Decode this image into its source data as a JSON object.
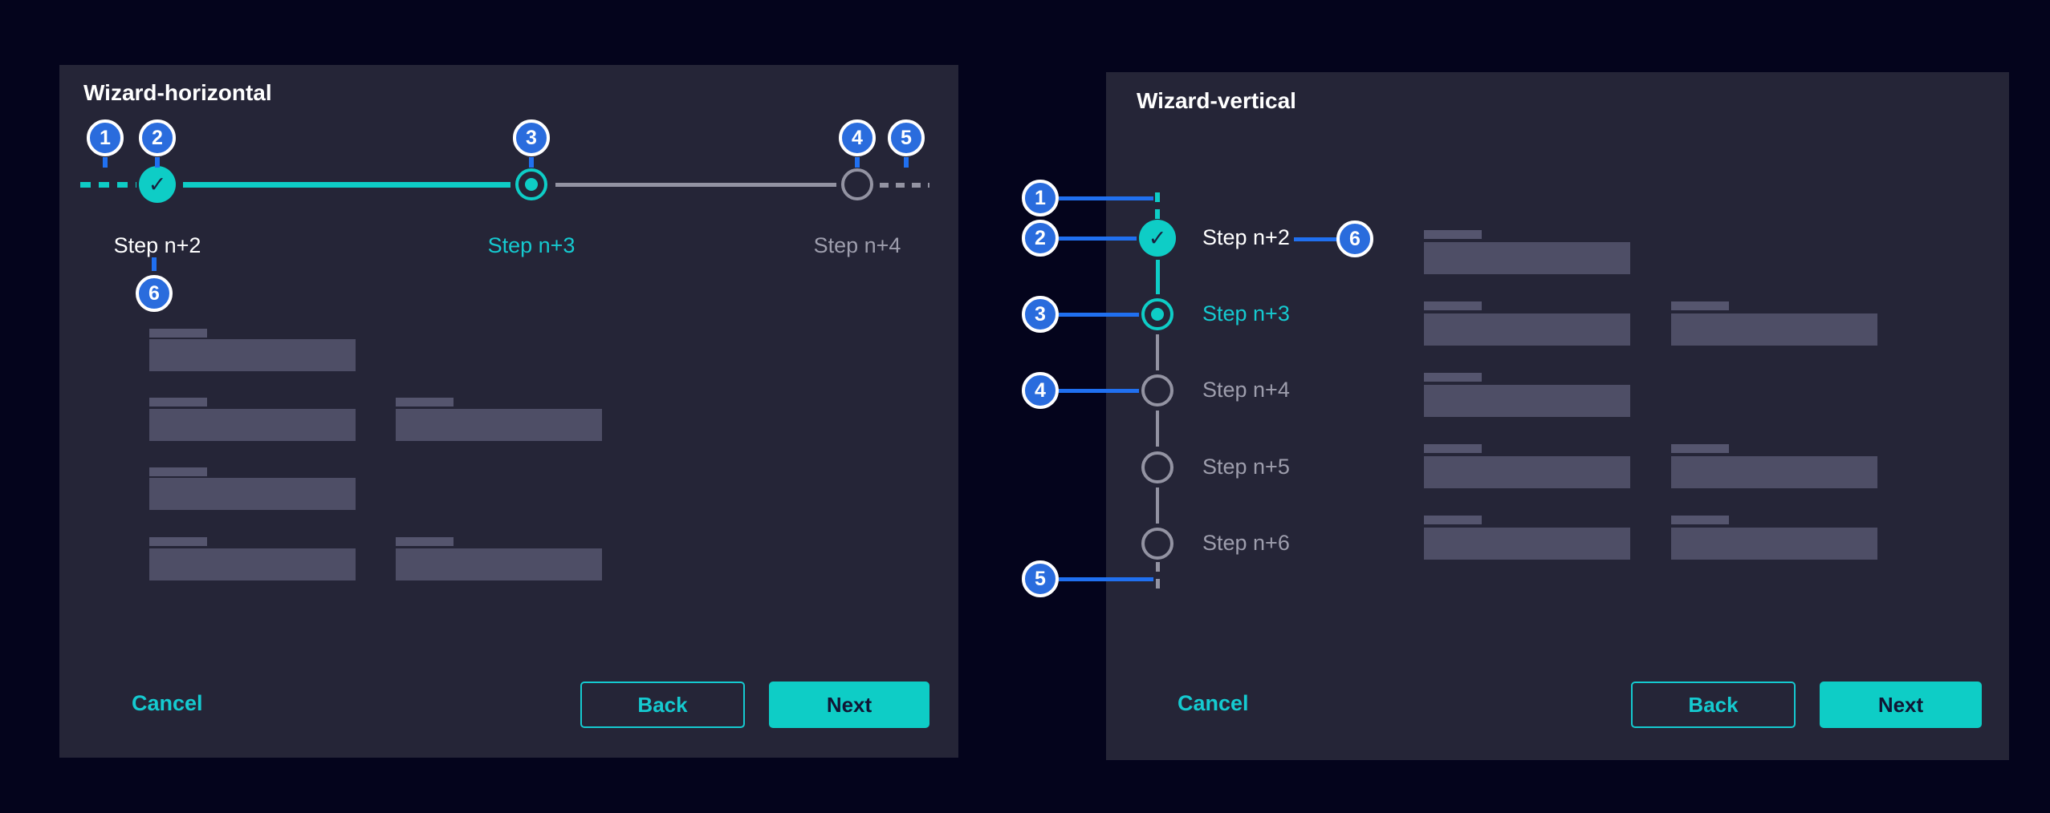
{
  "colors": {
    "page_background": "#04041c",
    "panel_background": "#252537",
    "accent_teal": "#0ecdc6",
    "teal_text": "#15cad0",
    "annotation_badge_blue": "#2a6cdd",
    "annotation_line_blue": "#2070f0",
    "upcoming_gray": "#9393a2",
    "skeleton_bar": "#4e4e66",
    "skeleton_label": "#55556e",
    "white": "#ffffff"
  },
  "icons": {
    "check": "✓"
  },
  "annotations": {
    "numbers": [
      "1",
      "2",
      "3",
      "4",
      "5",
      "6"
    ]
  },
  "wizard_horizontal": {
    "title": "Wizard-horizontal",
    "steps": [
      {
        "label": "Step n+2",
        "state": "completed"
      },
      {
        "label": "Step n+3",
        "state": "current"
      },
      {
        "label": "Step n+4",
        "state": "upcoming"
      }
    ],
    "footer": {
      "cancel_label": "Cancel",
      "back_label": "Back",
      "next_label": "Next"
    }
  },
  "wizard_vertical": {
    "title": "Wizard-vertical",
    "steps": [
      {
        "label": "Step n+2",
        "state": "completed"
      },
      {
        "label": "Step n+3",
        "state": "current"
      },
      {
        "label": "Step n+4",
        "state": "upcoming"
      },
      {
        "label": "Step n+5",
        "state": "upcoming"
      },
      {
        "label": "Step n+6",
        "state": "upcoming"
      }
    ],
    "footer": {
      "cancel_label": "Cancel",
      "back_label": "Back",
      "next_label": "Next"
    }
  }
}
